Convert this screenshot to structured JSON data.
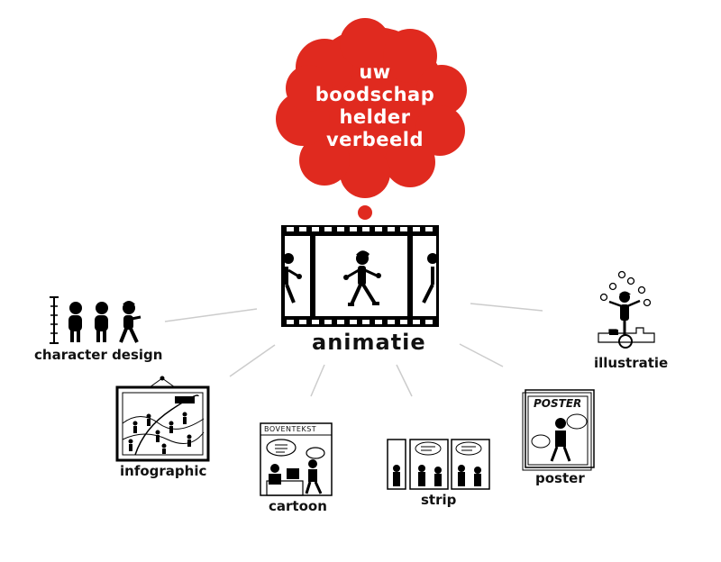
{
  "cloud": {
    "lines": [
      "uw",
      "boodschap",
      "helder",
      "verbeeld"
    ],
    "color": "#e02a1f"
  },
  "center": {
    "label": "animatie"
  },
  "nodes": {
    "character_design": "character design",
    "illustratie": "illustratie",
    "infographic": "infographic",
    "cartoon": "cartoon",
    "strip": "strip",
    "poster": "poster"
  },
  "thumbnails": {
    "cartoon_caption": "BOVENTEKST",
    "poster_title": "POSTER"
  },
  "colors": {
    "ink": "#111111",
    "connector": "#cccccc",
    "accent": "#e02a1f"
  }
}
